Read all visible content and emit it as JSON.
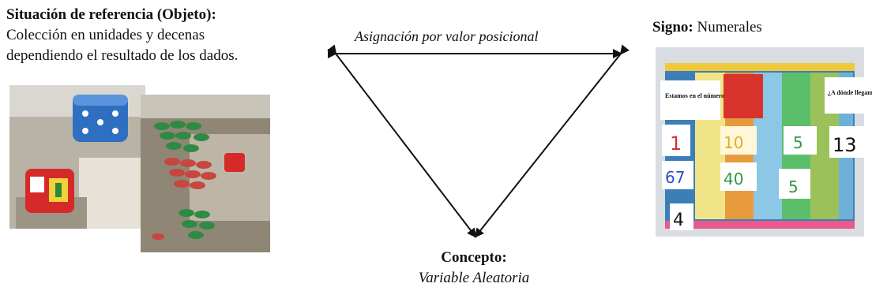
{
  "object": {
    "title": "Situación de referencia (Objeto)",
    "colon": ":",
    "line1": "Colección en unidades y decenas",
    "line2": "dependiendo el resultado de los dados."
  },
  "sign": {
    "title": "Signo:",
    "value": " Numerales"
  },
  "edge_label": "Asignación por valor posicional",
  "concept": {
    "title": "Concepto",
    "colon": ":",
    "value": "Variable Aleatoria"
  },
  "board": {
    "left_card": "Estamos en el número",
    "right_card": "¿A dónde llegamos?",
    "numbers": [
      "1",
      "67",
      "4",
      "10",
      "40",
      "5",
      "5",
      "13"
    ]
  }
}
